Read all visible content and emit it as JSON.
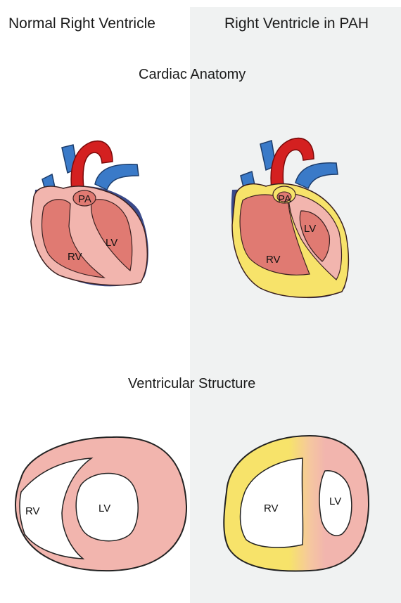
{
  "columns": {
    "left_title": "Normal Right Ventricle",
    "right_title": "Right Ventricle in PAH"
  },
  "sections": {
    "anatomy_title": "Cardiac Anatomy",
    "structure_title": "Ventricular Structure"
  },
  "normal_heart": {
    "pa": "PA",
    "rv": "RV",
    "lv": "LV"
  },
  "pah_heart": {
    "pa": "PA",
    "rv": "RV",
    "lv": "LV"
  },
  "normal_cross_section": {
    "rv": "RV",
    "lv": "LV"
  },
  "pah_cross_section": {
    "rv": "RV",
    "lv": "LV"
  },
  "colors": {
    "myocardium": "#f2b5ae",
    "chamber": "#e07a72",
    "aorta": "#d42020",
    "veins": "#3a7ac8",
    "hypertrophy": "#f7e36a"
  }
}
